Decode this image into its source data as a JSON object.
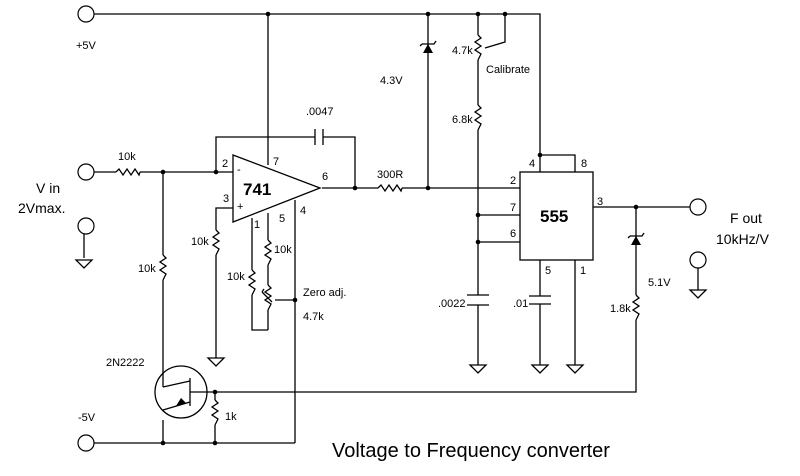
{
  "title": "Voltage to Frequency converter",
  "terminals": {
    "pos_supply": "+5V",
    "neg_supply": "-5V",
    "input": "V in",
    "input_note": "2Vmax.",
    "output": "F out",
    "output_note": "10kHz/V"
  },
  "components": {
    "opamp": {
      "label": "741",
      "pins": {
        "inv": "2",
        "noninv": "3",
        "v_pos": "7",
        "out": "6",
        "v_neg": "4",
        "offset1": "1",
        "offset5": "5"
      },
      "inv_sign": "-",
      "noninv_sign": "+"
    },
    "timer": {
      "label": "555",
      "pins": {
        "reset": "4",
        "vcc": "8",
        "trigger": "2",
        "discharge": "7",
        "threshold": "6",
        "out": "3",
        "ctrl": "5",
        "gnd": "1"
      }
    },
    "transistor": "2N2222",
    "r_input": "10k",
    "r_input_shunt": "10k",
    "r_noninv": "10k",
    "r_offset1": "10k",
    "r_offset5": "10k",
    "pot_zero": "Zero adj.",
    "pot_zero_value": "4.7k",
    "c_integrator": ".0047",
    "r_series": "300R",
    "zener_top": "4.3V",
    "pot_cal_value": "4.7k",
    "pot_cal": "Calibrate",
    "r_timing": "6.8k",
    "c_timing": ".0022",
    "c_ctrl": ".01",
    "zener_out": "5.1V",
    "r_zener_out": "1.8k",
    "r_base": "1k"
  }
}
